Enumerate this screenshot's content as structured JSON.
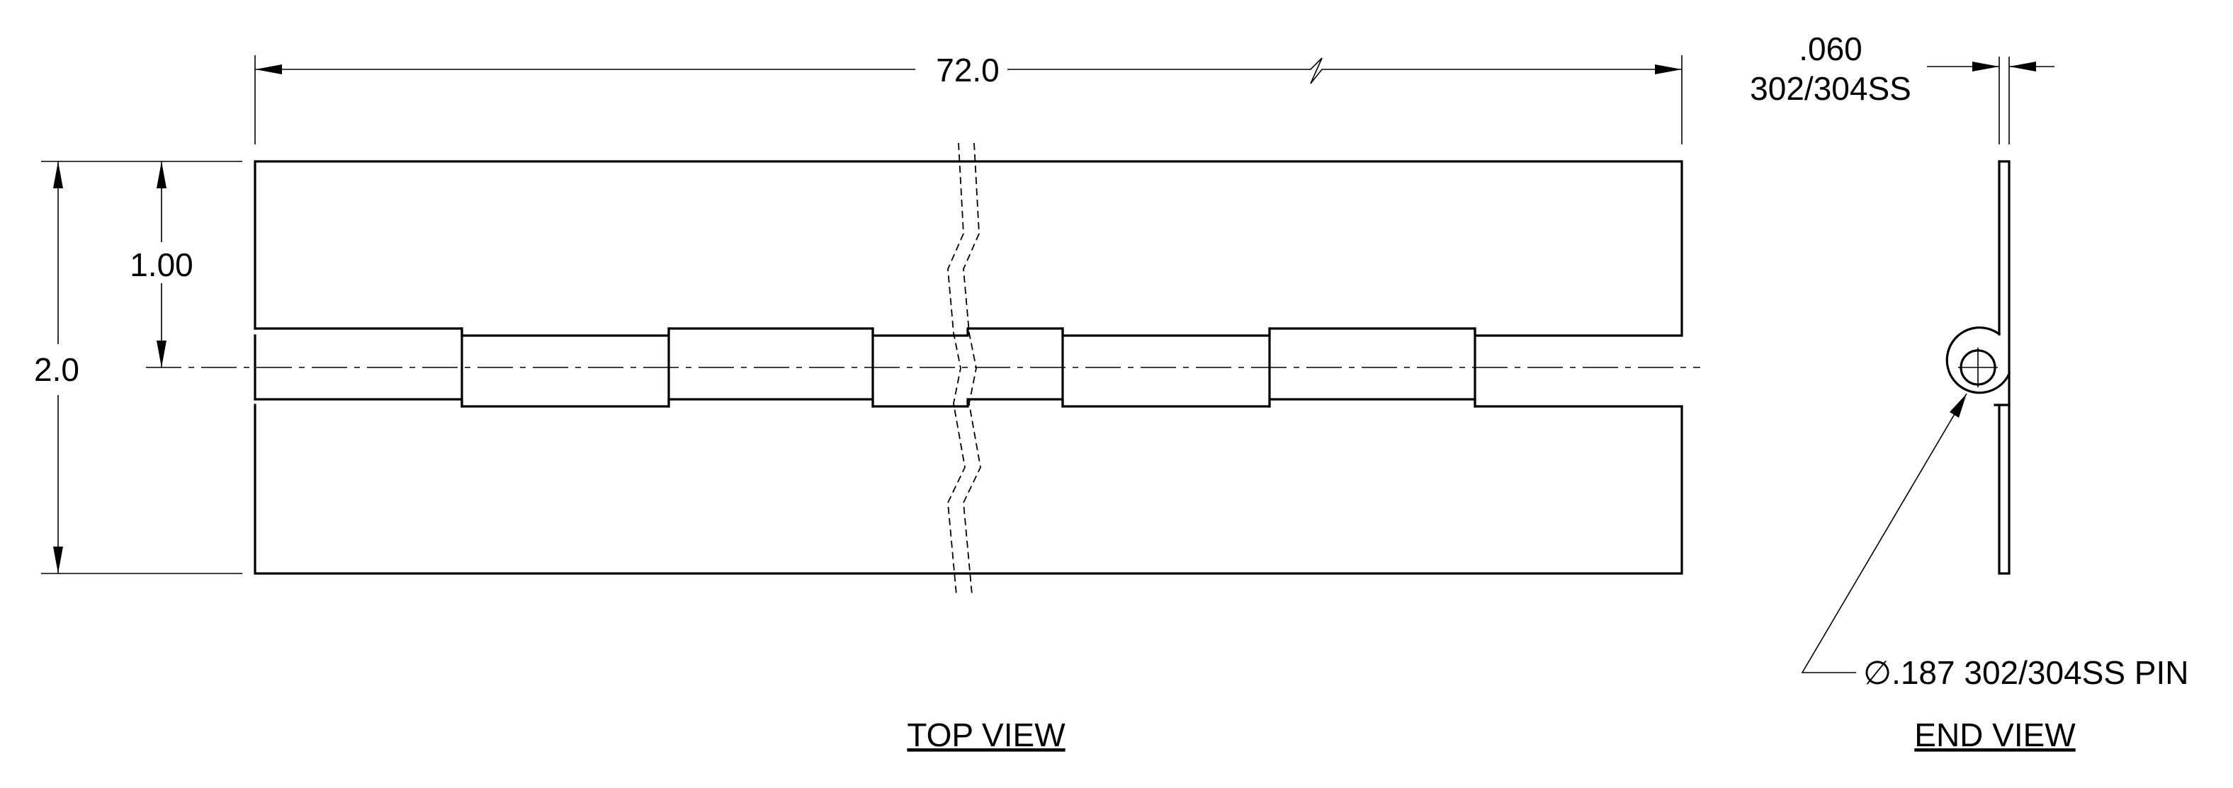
{
  "dimensions": {
    "length": "72.0",
    "width": "2.0",
    "half_width": "1.00",
    "thickness": ".060",
    "material": "302/304SS",
    "pin_note": "∅.187 302/304SS PIN"
  },
  "views": {
    "top": "TOP VIEW",
    "end": "END VIEW"
  }
}
